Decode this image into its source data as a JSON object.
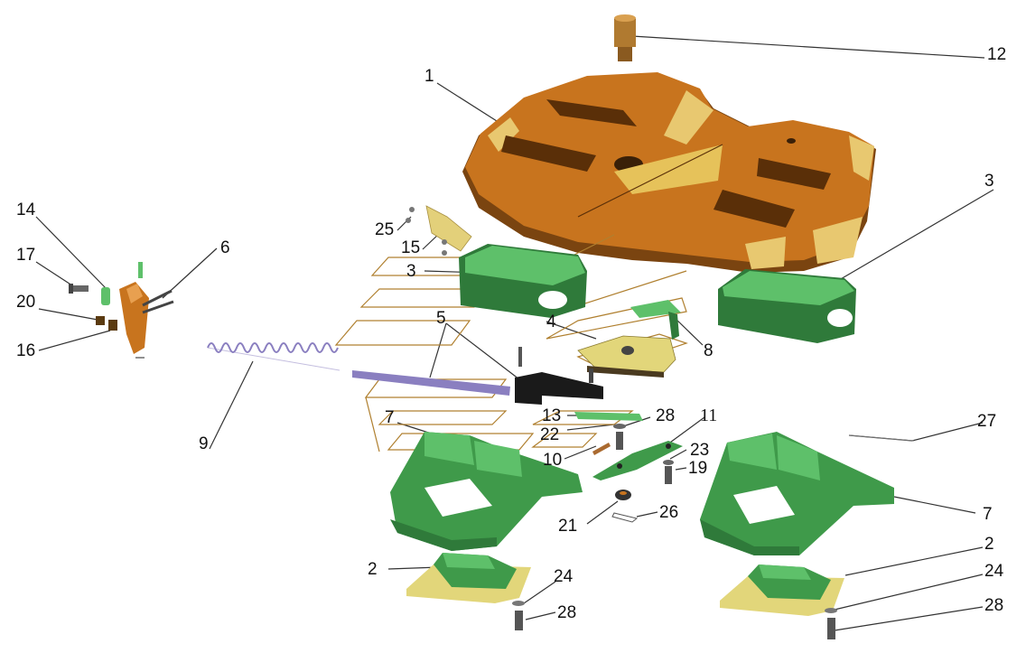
{
  "diagram": {
    "colors": {
      "plate": "#c8741e",
      "plate_dark": "#7a4410",
      "plate_light": "#e8c870",
      "green": "#5ec06a",
      "green_dark": "#2f7a3a",
      "base_plate": "#e2d67a",
      "spring": "#8a7fc0",
      "frame_line": "#b08030",
      "steel": "#9a9a9a",
      "black": "#1a1a1a"
    },
    "labels": {
      "l1": "1",
      "l12": "12",
      "l3a": "3",
      "l3b": "3",
      "l25": "25",
      "l15": "15",
      "l14": "14",
      "l6": "6",
      "l17": "17",
      "l20": "20",
      "l16": "16",
      "l5": "5",
      "l4": "4",
      "l8": "8",
      "l9": "9",
      "l7a": "7",
      "l7b": "7",
      "l13": "13",
      "l28a": "28",
      "l11": "11",
      "l27": "27",
      "l22": "22",
      "l23": "23",
      "l10": "10",
      "l19": "19",
      "l21": "21",
      "l26": "26",
      "l2a": "2",
      "l2b": "2",
      "l24a": "24",
      "l24b": "24",
      "l28b": "28",
      "l28c": "28"
    }
  }
}
